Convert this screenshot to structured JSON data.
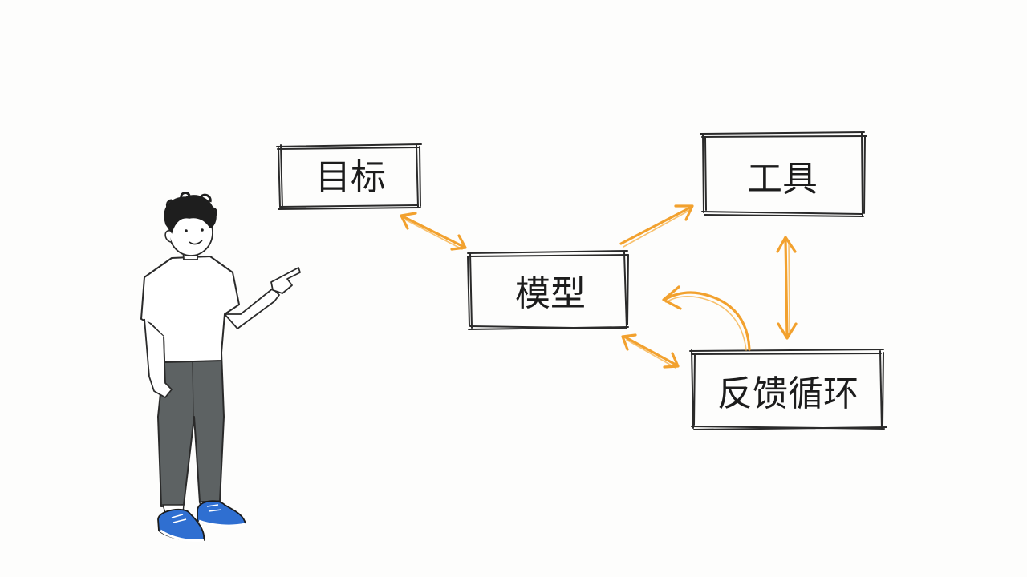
{
  "nodes": {
    "goal": "目标",
    "tools": "工具",
    "model": "模型",
    "feedback": "反馈循环"
  },
  "colors": {
    "arrow": "#f2a12e",
    "ink": "#2a2a2a",
    "pants": "#5d6263",
    "shoes": "#2f6fd1"
  },
  "edges": [
    {
      "from": "goal",
      "to": "model",
      "direction": "both"
    },
    {
      "from": "model",
      "to": "tools",
      "direction": "forward"
    },
    {
      "from": "tools",
      "to": "feedback",
      "direction": "both"
    },
    {
      "from": "feedback",
      "to": "model",
      "direction": "both"
    },
    {
      "from": "feedback",
      "to": "model",
      "direction": "forward",
      "style": "curved"
    }
  ],
  "figure": {
    "pose": "pointing",
    "icon": "person-pointing-icon"
  }
}
